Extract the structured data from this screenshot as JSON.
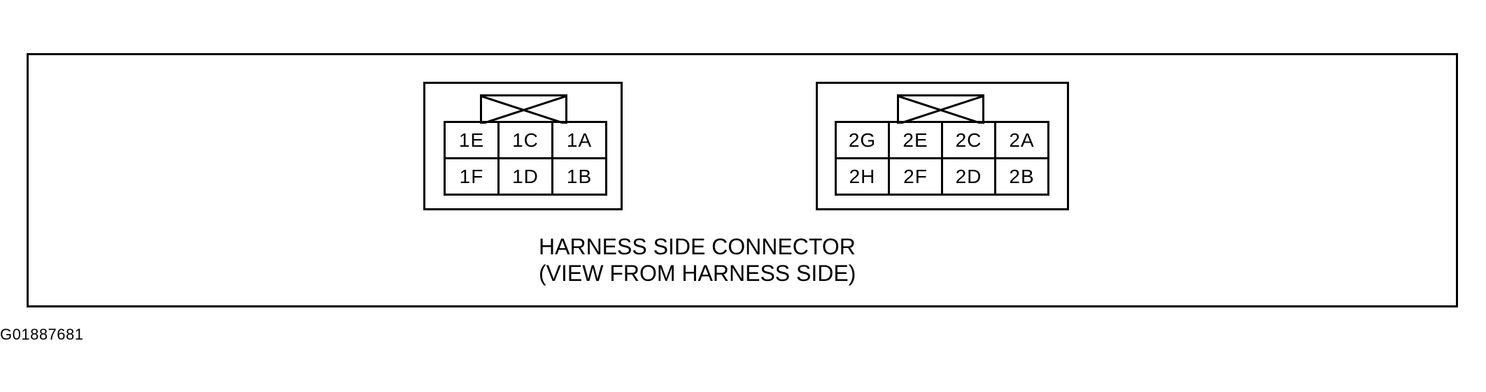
{
  "connectors": [
    {
      "pins": [
        [
          "1E",
          "1C",
          "1A"
        ],
        [
          "1F",
          "1D",
          "1B"
        ]
      ]
    },
    {
      "pins": [
        [
          "2G",
          "2E",
          "2C",
          "2A"
        ],
        [
          "2H",
          "2F",
          "2D",
          "2B"
        ]
      ]
    }
  ],
  "caption": {
    "line1": "HARNESS SIDE CONNECTOR",
    "line2": "(VIEW FROM HARNESS SIDE)"
  },
  "figure_id": "G01887681"
}
